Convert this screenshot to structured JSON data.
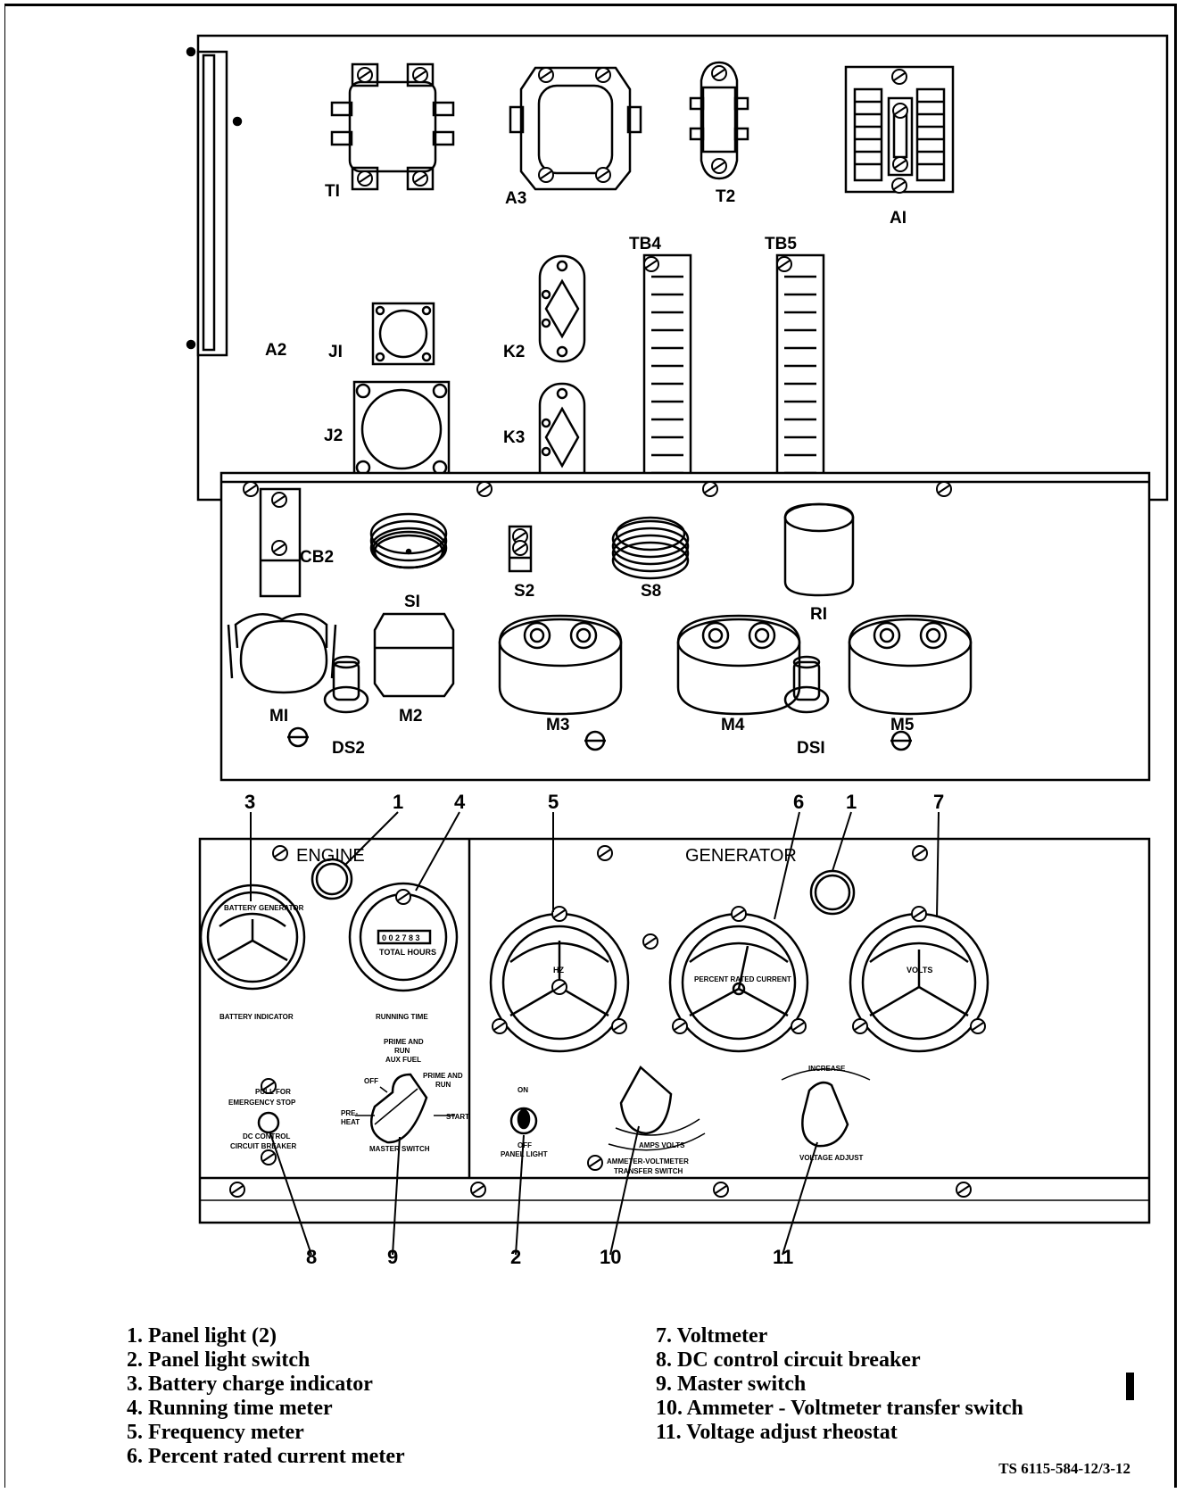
{
  "upper_panel": {
    "components": {
      "t1": "TI",
      "a3": "A3",
      "t2": "T2",
      "a1": "AI",
      "tb4": "TB4",
      "tb5": "TB5",
      "a2": "A2",
      "j1": "JI",
      "k2": "K2",
      "j2": "J2",
      "k3": "K3"
    }
  },
  "middle_panel": {
    "components": {
      "cb2": "CB2",
      "s1": "SI",
      "s2": "S2",
      "s8": "S8",
      "r1": "RI",
      "m1": "MI",
      "m2": "M2",
      "m3": "M3",
      "m4": "M4",
      "m5": "M5",
      "ds2": "DS2",
      "ds1": "DSI"
    }
  },
  "control_panel": {
    "engine_title": "ENGINE",
    "generator_title": "GENERATOR",
    "battery_dial_text": "BATTERY GENERATOR",
    "battery_label": "BATTERY INDICATOR",
    "counter_digits": "0 0 2 7 8 3",
    "total_hours": "TOTAL HOURS",
    "running_label": "RUNNING TIME",
    "hz": "HZ",
    "pct_current": "PERCENT RATED CURRENT",
    "volts": "VOLTS",
    "pull_for": "PULL FOR",
    "emergency_stop": "EMERGENCY STOP",
    "dc_control": "DC CONTROL",
    "circuit_breaker": "CIRCUIT BREAKER",
    "prime_and_run_aux_1": "PRIME AND",
    "prime_and_run_aux_2": "RUN",
    "prime_and_run_aux_3": "AUX FUEL",
    "off": "OFF",
    "prime_and_run_1": "PRIME AND",
    "prime_and_run_2": "RUN",
    "pre": "PRE-",
    "heat": "HEAT",
    "start": "START",
    "master_switch": "MASTER SWITCH",
    "on": "ON",
    "off_sw": "OFF",
    "panel_light": "PANEL LIGHT",
    "amps_volts": "AMPS VOLTS",
    "ammeter_voltmeter": "AMMETER-VOLTMETER",
    "transfer_switch": "TRANSFER SWITCH",
    "increase": "INCREASE",
    "voltage_adjust": "VOLTAGE ADJUST",
    "callouts": [
      "3",
      "1",
      "4",
      "5",
      "6",
      "1",
      "7",
      "8",
      "9",
      "2",
      "10",
      "11"
    ]
  },
  "legend": {
    "left": [
      "1. Panel light (2)",
      "2. Panel light switch",
      "3. Battery charge indicator",
      "4. Running time meter",
      "5. Frequency meter",
      "6. Percent rated current meter"
    ],
    "right": [
      "7. Voltmeter",
      "8. DC control circuit breaker",
      "9. Master switch",
      "10. Ammeter - Voltmeter transfer switch",
      "11. Voltage adjust rheostat"
    ]
  },
  "figure_id": "TS 6115-584-12/3-12"
}
